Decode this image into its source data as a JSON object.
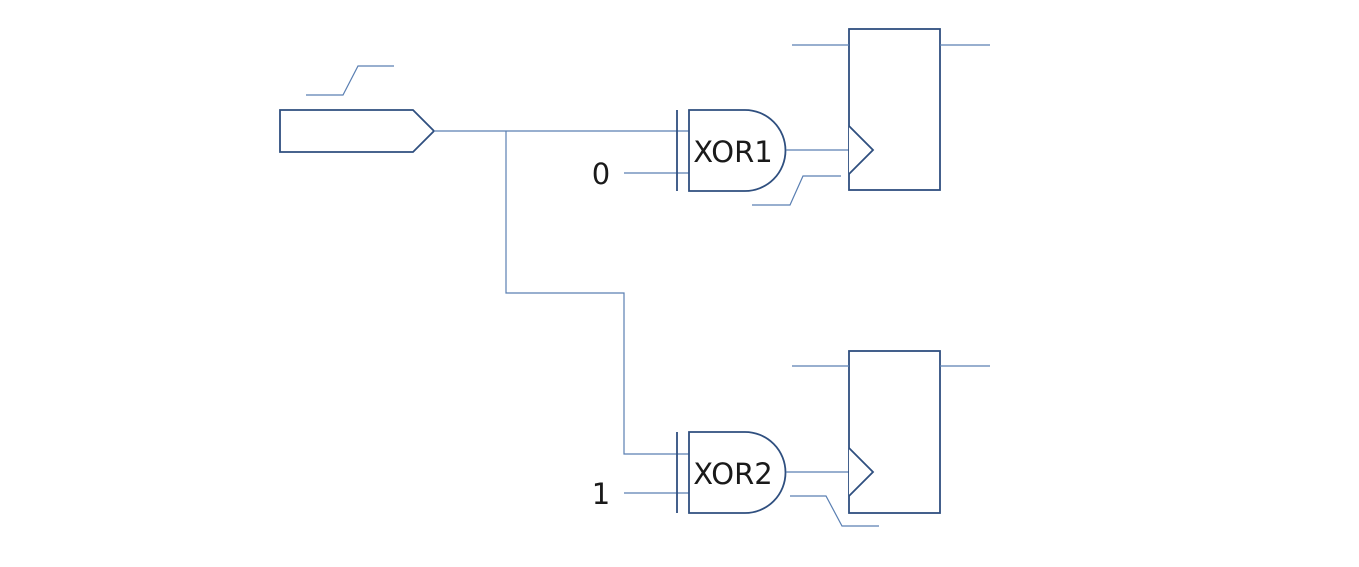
{
  "gates": [
    {
      "label": "XOR1"
    },
    {
      "label": "XOR2"
    }
  ],
  "constants": [
    {
      "value": "0"
    },
    {
      "value": "1"
    }
  ],
  "colors": {
    "wire": "#5a7fb2",
    "block_stroke": "#2f4f7f",
    "text": "#1a1a1a",
    "background": "#ffffff"
  }
}
